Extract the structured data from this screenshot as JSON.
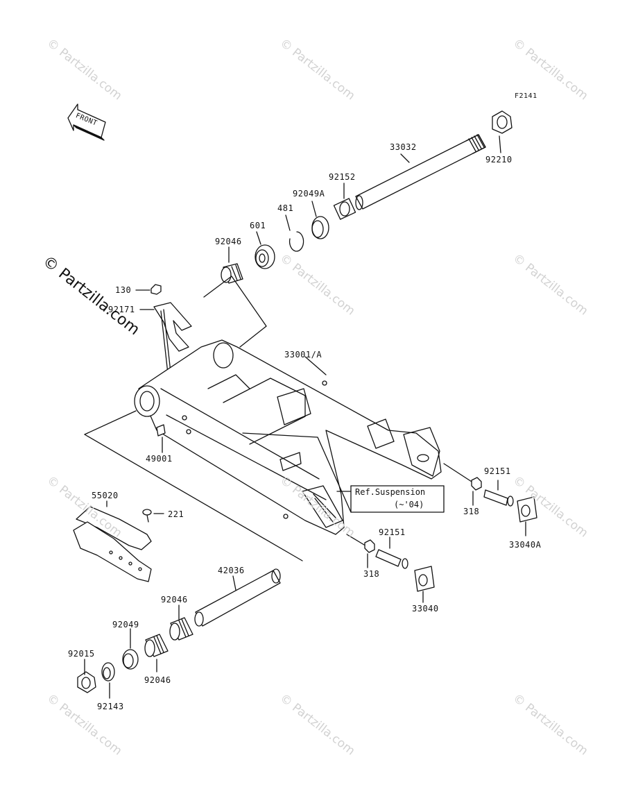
{
  "figure_code": "F2141",
  "front_label": "FRONT",
  "watermarks": {
    "text": "© Partzilla.com",
    "side_text": "© Partzilla.com"
  },
  "reference": {
    "line1": "Ref.Suspension",
    "line2": "(~'04)"
  },
  "parts": {
    "p33032": "33032",
    "p92210": "92210",
    "p92152": "92152",
    "p92049A": "92049A",
    "p481": "481",
    "p601": "601",
    "p92046_top": "92046",
    "p130": "130",
    "p92171": "92171",
    "p33001A": "33001/A",
    "p49001": "49001",
    "p92151_right": "92151",
    "p318_right": "318",
    "p33040A": "33040A",
    "p55020": "55020",
    "p221": "221",
    "p92151_mid": "92151",
    "p318_mid": "318",
    "p33040": "33040",
    "p42036": "42036",
    "p92046_mid": "92046",
    "p92049": "92049",
    "p92046_low": "92046",
    "p92015": "92015",
    "p92143": "92143"
  }
}
